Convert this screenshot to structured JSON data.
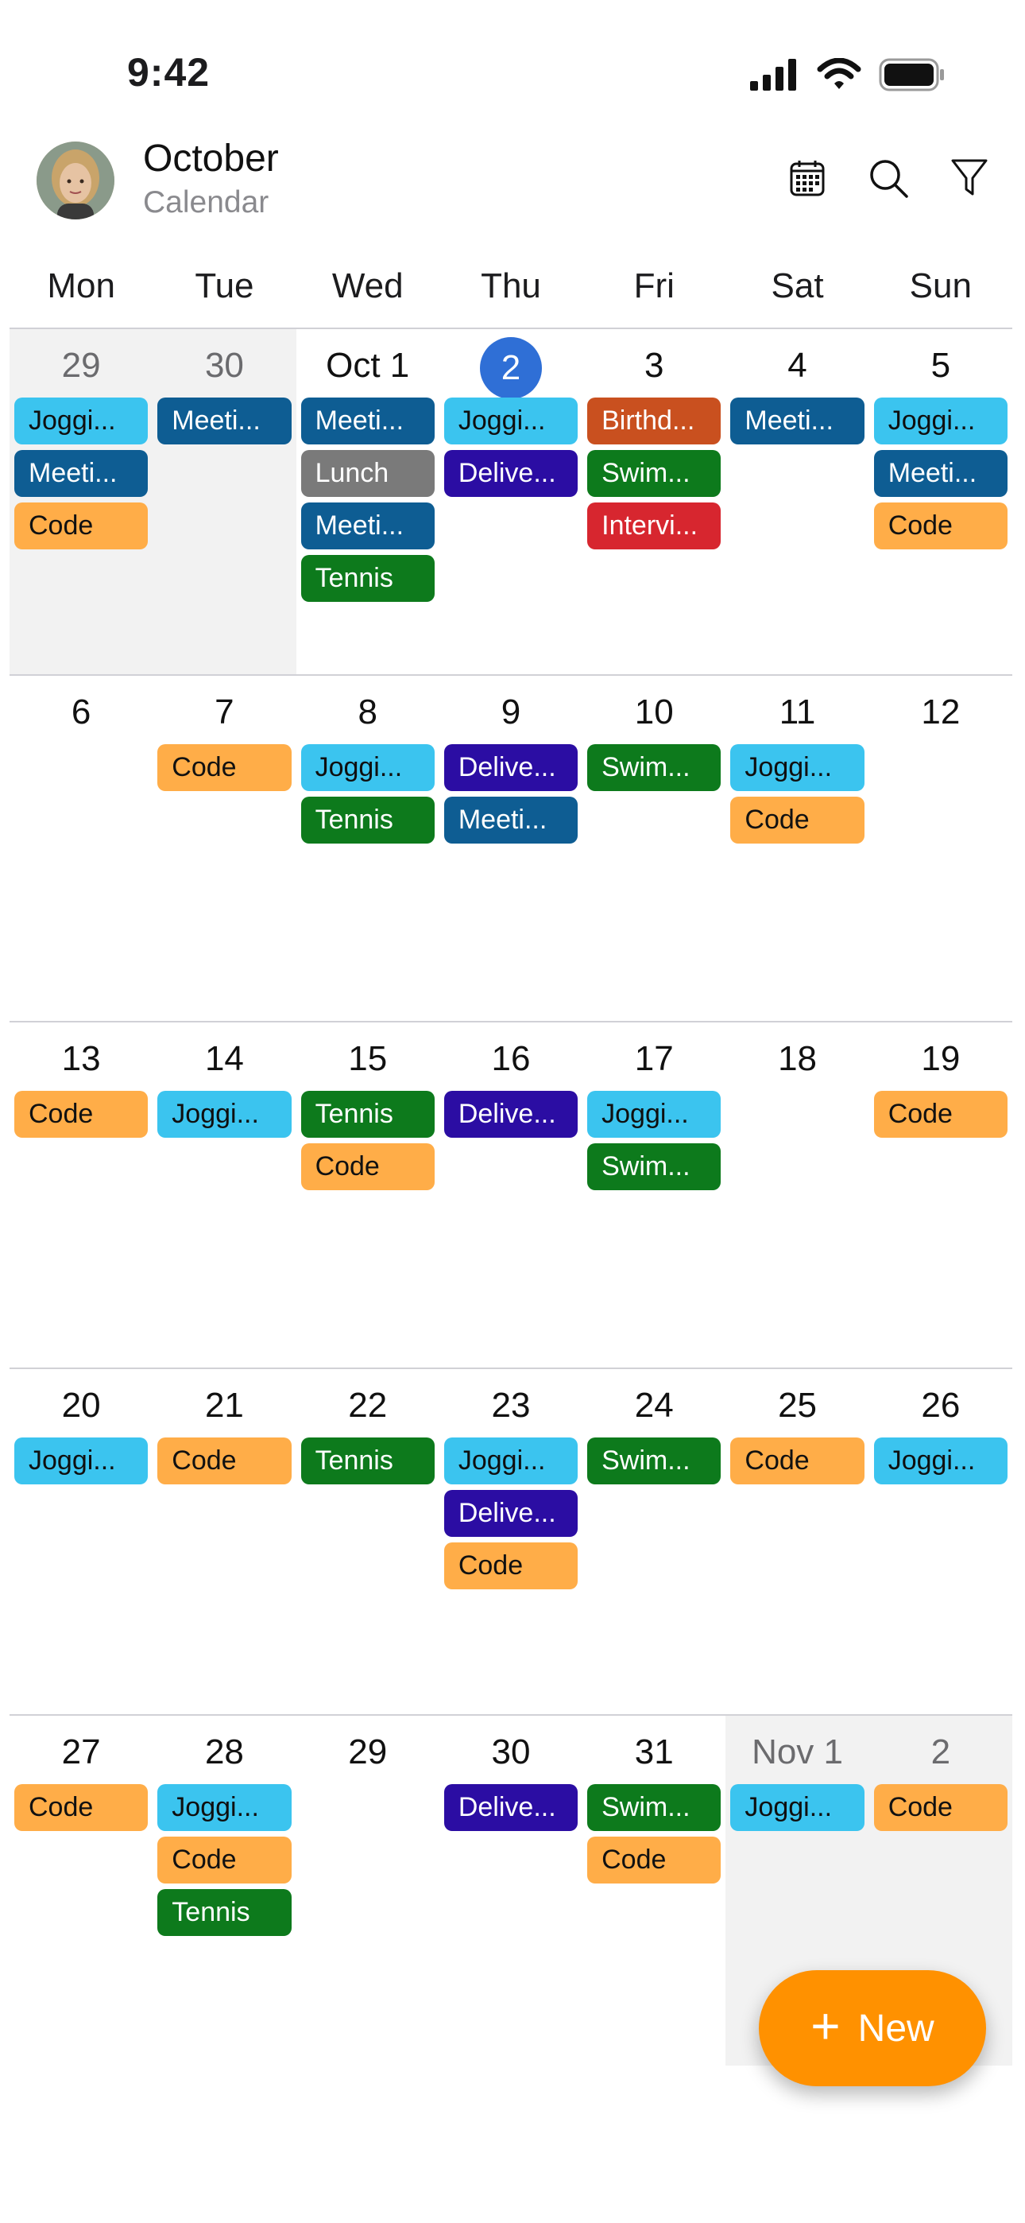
{
  "status": {
    "time": "9:42"
  },
  "header": {
    "title": "October",
    "subtitle": "Calendar"
  },
  "weekdays": [
    "Mon",
    "Tue",
    "Wed",
    "Thu",
    "Fri",
    "Sat",
    "Sun"
  ],
  "weeks": [
    [
      {
        "label": "29",
        "outside": true,
        "events": [
          {
            "t": "Joggi...",
            "c": "blue"
          },
          {
            "t": "Meeti...",
            "c": "navy"
          },
          {
            "t": "Code",
            "c": "orange"
          }
        ]
      },
      {
        "label": "30",
        "outside": true,
        "events": [
          {
            "t": "Meeti...",
            "c": "navy"
          }
        ]
      },
      {
        "label": "Oct 1",
        "events": [
          {
            "t": "Meeti...",
            "c": "navy"
          },
          {
            "t": "Lunch",
            "c": "gray"
          },
          {
            "t": "Meeti...",
            "c": "navy"
          },
          {
            "t": "Tennis",
            "c": "green"
          }
        ]
      },
      {
        "label": "2",
        "today": true,
        "events": [
          {
            "t": "Joggi...",
            "c": "blue"
          },
          {
            "t": "Delive...",
            "c": "purple"
          }
        ]
      },
      {
        "label": "3",
        "events": [
          {
            "t": "Birthd...",
            "c": "rust"
          },
          {
            "t": "Swim...",
            "c": "green"
          },
          {
            "t": "Intervi...",
            "c": "red"
          }
        ]
      },
      {
        "label": "4",
        "events": [
          {
            "t": "Meeti...",
            "c": "navy"
          }
        ]
      },
      {
        "label": "5",
        "events": [
          {
            "t": "Joggi...",
            "c": "blue"
          },
          {
            "t": "Meeti...",
            "c": "navy"
          },
          {
            "t": "Code",
            "c": "orange"
          }
        ]
      }
    ],
    [
      {
        "label": "6",
        "events": []
      },
      {
        "label": "7",
        "events": [
          {
            "t": "Code",
            "c": "orange"
          }
        ]
      },
      {
        "label": "8",
        "events": [
          {
            "t": "Joggi...",
            "c": "blue"
          },
          {
            "t": "Tennis",
            "c": "green"
          }
        ]
      },
      {
        "label": "9",
        "events": [
          {
            "t": "Delive...",
            "c": "purple"
          },
          {
            "t": "Meeti...",
            "c": "navy"
          }
        ]
      },
      {
        "label": "10",
        "events": [
          {
            "t": "Swim...",
            "c": "green"
          }
        ]
      },
      {
        "label": "11",
        "events": [
          {
            "t": "Joggi...",
            "c": "blue"
          },
          {
            "t": "Code",
            "c": "orange"
          }
        ]
      },
      {
        "label": "12",
        "events": []
      }
    ],
    [
      {
        "label": "13",
        "events": [
          {
            "t": "Code",
            "c": "orange"
          }
        ]
      },
      {
        "label": "14",
        "events": [
          {
            "t": "Joggi...",
            "c": "blue"
          }
        ]
      },
      {
        "label": "15",
        "events": [
          {
            "t": "Tennis",
            "c": "green"
          },
          {
            "t": "Code",
            "c": "orange"
          }
        ]
      },
      {
        "label": "16",
        "events": [
          {
            "t": "Delive...",
            "c": "purple"
          }
        ]
      },
      {
        "label": "17",
        "events": [
          {
            "t": "Joggi...",
            "c": "blue"
          },
          {
            "t": "Swim...",
            "c": "green"
          }
        ]
      },
      {
        "label": "18",
        "events": []
      },
      {
        "label": "19",
        "events": [
          {
            "t": "Code",
            "c": "orange"
          }
        ]
      }
    ],
    [
      {
        "label": "20",
        "events": [
          {
            "t": "Joggi...",
            "c": "blue"
          }
        ]
      },
      {
        "label": "21",
        "events": [
          {
            "t": "Code",
            "c": "orange"
          }
        ]
      },
      {
        "label": "22",
        "events": [
          {
            "t": "Tennis",
            "c": "green"
          }
        ]
      },
      {
        "label": "23",
        "events": [
          {
            "t": "Joggi...",
            "c": "blue"
          },
          {
            "t": "Delive...",
            "c": "purple"
          },
          {
            "t": "Code",
            "c": "orange"
          }
        ]
      },
      {
        "label": "24",
        "events": [
          {
            "t": "Swim...",
            "c": "green"
          }
        ]
      },
      {
        "label": "25",
        "events": [
          {
            "t": "Code",
            "c": "orange"
          }
        ]
      },
      {
        "label": "26",
        "events": [
          {
            "t": "Joggi...",
            "c": "blue"
          }
        ]
      }
    ],
    [
      {
        "label": "27",
        "events": [
          {
            "t": "Code",
            "c": "orange"
          }
        ]
      },
      {
        "label": "28",
        "events": [
          {
            "t": "Joggi...",
            "c": "blue"
          },
          {
            "t": "Code",
            "c": "orange"
          },
          {
            "t": "Tennis",
            "c": "green"
          }
        ]
      },
      {
        "label": "29",
        "events": []
      },
      {
        "label": "30",
        "events": [
          {
            "t": "Delive...",
            "c": "purple"
          }
        ]
      },
      {
        "label": "31",
        "events": [
          {
            "t": "Swim...",
            "c": "green"
          },
          {
            "t": "Code",
            "c": "orange"
          }
        ]
      },
      {
        "label": "Nov 1",
        "outside": true,
        "events": [
          {
            "t": "Joggi...",
            "c": "blue"
          }
        ]
      },
      {
        "label": "2",
        "outside": true,
        "events": [
          {
            "t": "Code",
            "c": "orange"
          }
        ]
      }
    ]
  ],
  "fab": {
    "label": "New"
  },
  "icons": {
    "calendar": "calendar-icon",
    "search": "search-icon",
    "filter": "filter-icon"
  }
}
